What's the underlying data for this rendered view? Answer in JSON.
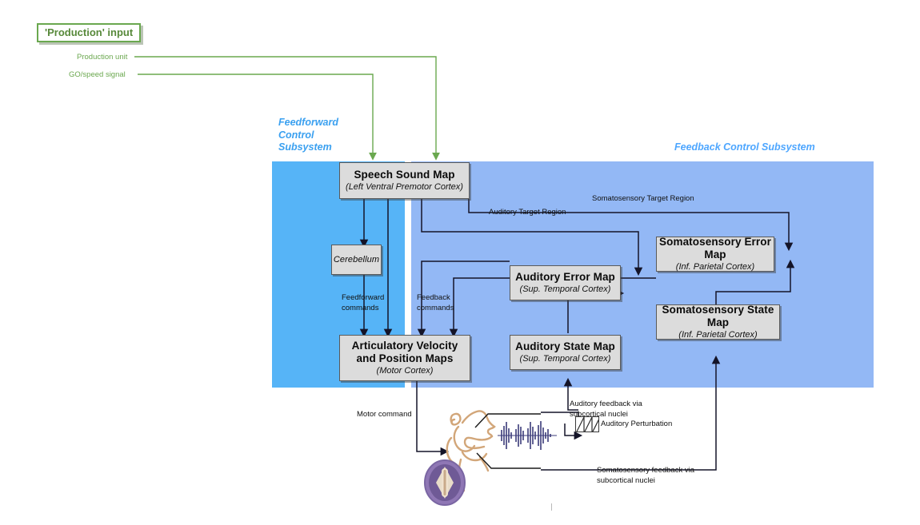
{
  "figure": {
    "badge": "'Production' input",
    "inputs": [
      {
        "id": "production-unit",
        "label": "Production unit"
      },
      {
        "id": "go-speed-signal",
        "label": "GO/speed signal"
      }
    ],
    "panels": [
      {
        "id": "feedforward",
        "label": "Feedforward\nControl\nSubsystem",
        "label_lines": [
          "Feedforward",
          "Control",
          "Subsystem"
        ],
        "color": "#56b4f7"
      },
      {
        "id": "feedback",
        "label": "Feedback Control Subsystem",
        "color": "#93b8f5"
      }
    ],
    "nodes": [
      {
        "id": "speech-sound-map",
        "title": "Speech Sound Map",
        "subtitle": "(Left Ventral Premotor Cortex)"
      },
      {
        "id": "cerebellum",
        "title": "Cerebellum",
        "subtitle": ""
      },
      {
        "id": "articulatory-velocity-and-position-maps",
        "title": "Articulatory Velocity\nand Position Maps",
        "title_line1": "Articulatory Velocity",
        "title_line2": "and Position Maps",
        "subtitle": "(Motor Cortex)"
      },
      {
        "id": "auditory-error-map",
        "title": "Auditory Error Map",
        "subtitle": "(Sup. Temporal Cortex)"
      },
      {
        "id": "auditory-state-map",
        "title": "Auditory State Map",
        "subtitle": "(Sup. Temporal Cortex)"
      },
      {
        "id": "somatosensory-error-map",
        "title": "Somatosensory Error Map",
        "subtitle": "(Inf. Parietal Cortex)"
      },
      {
        "id": "somatosensory-state-map",
        "title": "Somatosensory State Map",
        "subtitle": "(Inf. Parietal Cortex)"
      }
    ],
    "edge_labels": [
      {
        "id": "somatosensory-target-region",
        "text": "Somatosensory Target Region"
      },
      {
        "id": "auditory-target-region",
        "text": "Auditory Target Region"
      },
      {
        "id": "feedforward-commands",
        "line1": "Feedforward",
        "line2": "commands"
      },
      {
        "id": "feedback-commands",
        "line1": "Feedback",
        "line2": "commands"
      },
      {
        "id": "motor-command",
        "text": "Motor command"
      },
      {
        "id": "auditory-feedback",
        "line1": "Auditory feedback via",
        "line2": "subcortical nuclei"
      },
      {
        "id": "somatosensory-feedback",
        "line1": "Somatosensory feedback via",
        "line2": "subcortical nuclei"
      },
      {
        "id": "auditory-perturbation",
        "text": "Auditory Perturbation"
      }
    ],
    "colors": {
      "green": "#6aa84f",
      "feedforward_panel": "#56b4f7",
      "feedback_panel": "#93b8f5",
      "panel_label": "#4da6ff",
      "node_fill": "#dcdcdc",
      "node_border": "#5a5a5a",
      "wire": "#1a1a2e",
      "vocal_tract": "#d2a679",
      "waveform": "#3b3b7a",
      "vocal_folds": "#8f77b5"
    }
  }
}
